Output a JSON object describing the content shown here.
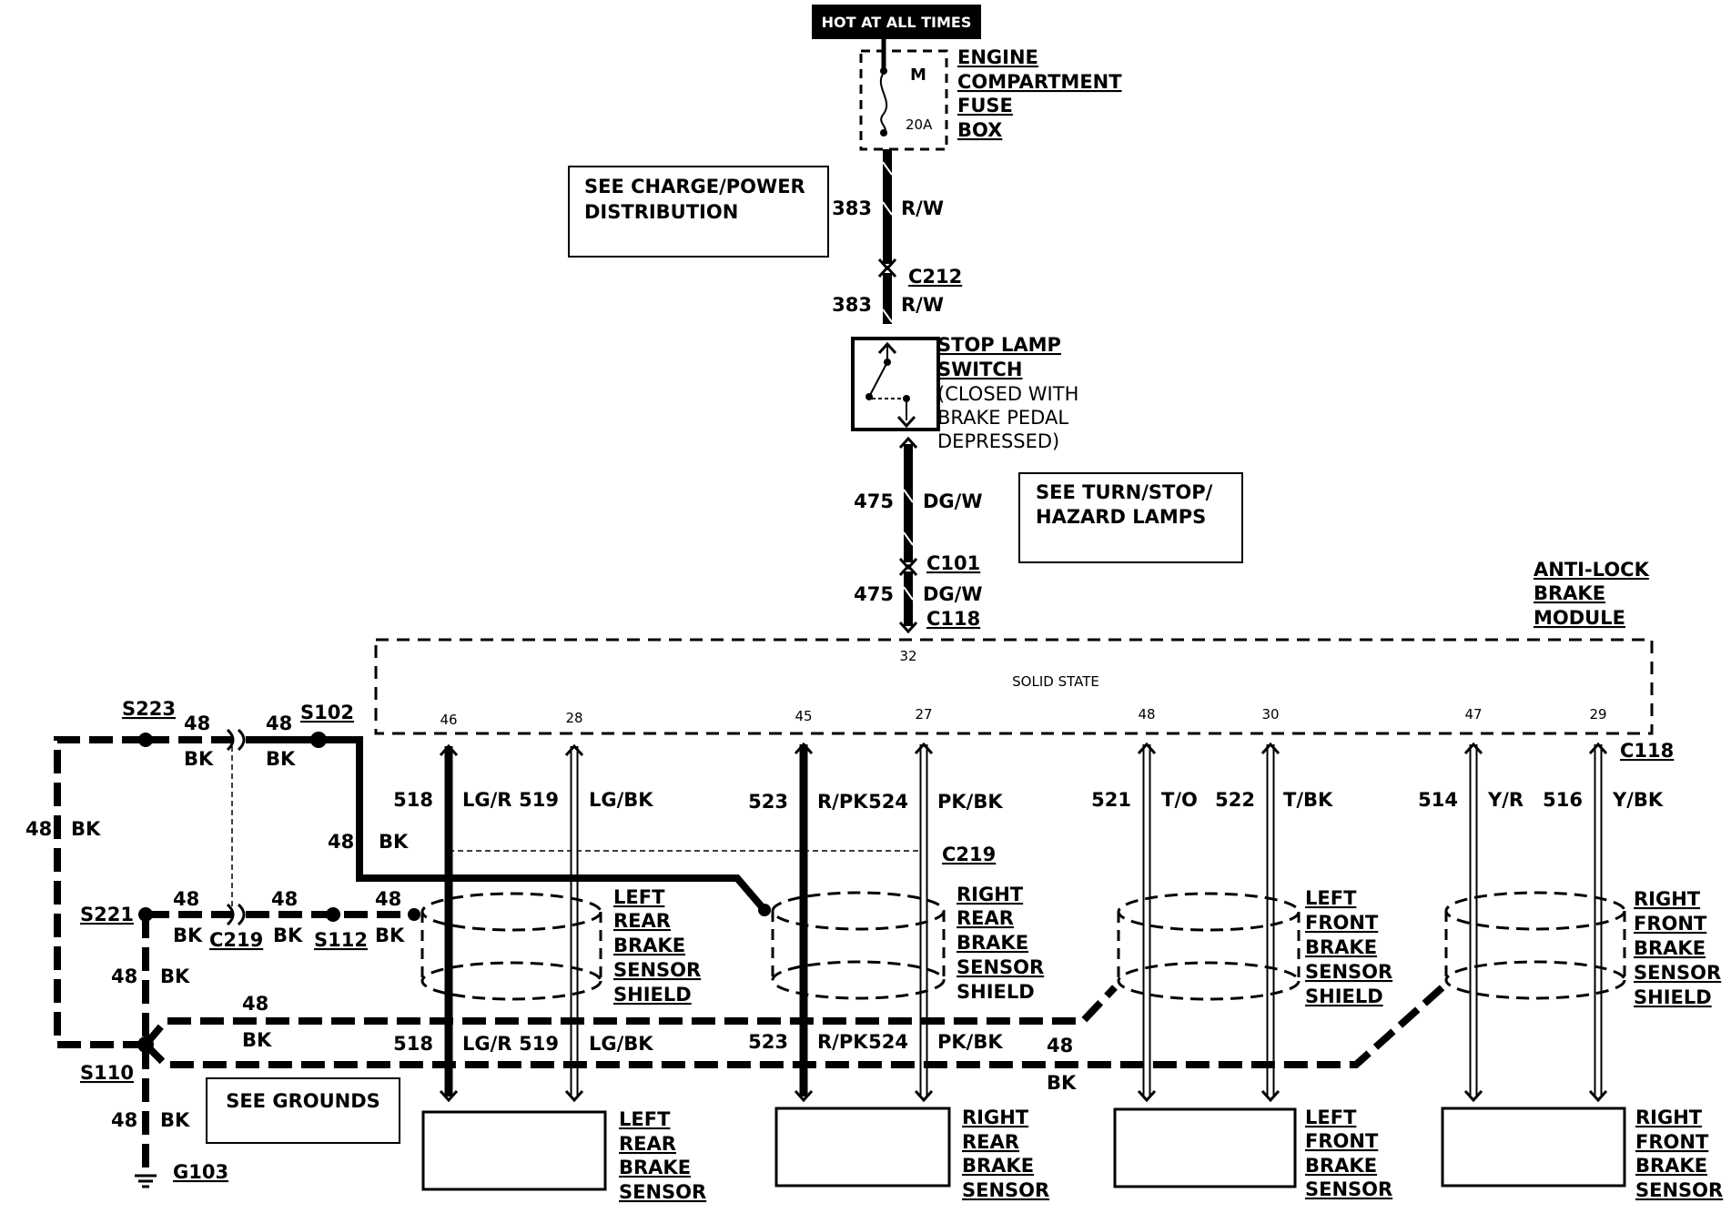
{
  "header": {
    "hot": "HOT AT ALL TIMES"
  },
  "fuse_box": {
    "name": [
      "ENGINE",
      "COMPARTMENT",
      "FUSE",
      "BOX"
    ],
    "fuse_letter": "M",
    "fuse_rating": "20A"
  },
  "notes": {
    "charge": [
      "SEE CHARGE/POWER",
      "DISTRIBUTION"
    ],
    "turn": [
      "SEE TURN/STOP/",
      "HAZARD LAMPS"
    ],
    "grounds": "SEE GROUNDS"
  },
  "feed": {
    "w383": "383",
    "rw": "R/W",
    "c212": "C212",
    "w475": "475",
    "dgw": "DG/W",
    "c101": "C101",
    "c118": "C118"
  },
  "switch": {
    "name": [
      "STOP LAMP",
      "SWITCH"
    ],
    "desc": [
      "(CLOSED WITH",
      "BRAKE PEDAL",
      "DEPRESSED)"
    ]
  },
  "module": {
    "name": [
      "ANTI-LOCK",
      "BRAKE",
      "MODULE"
    ],
    "solid_state": "SOLID STATE",
    "pin_input": "32",
    "connector": "C118"
  },
  "pins": [
    "46",
    "28",
    "45",
    "27",
    "48",
    "30",
    "47",
    "29"
  ],
  "sensors": [
    {
      "name": [
        "LEFT",
        "REAR",
        "BRAKE",
        "SENSOR"
      ],
      "shield": [
        "LEFT",
        "REAR",
        "BRAKE",
        "SENSOR",
        "SHIELD"
      ],
      "w1": "518",
      "c1": "LG/R",
      "w2": "519",
      "c2": "LG/BK"
    },
    {
      "name": [
        "RIGHT",
        "REAR",
        "BRAKE",
        "SENSOR"
      ],
      "shield": [
        "RIGHT",
        "REAR",
        "BRAKE",
        "SENSOR",
        "SHIELD"
      ],
      "w1": "523",
      "c1": "R/PK",
      "w2": "524",
      "c2": "PK/BK"
    },
    {
      "name": [
        "LEFT",
        "FRONT",
        "BRAKE",
        "SENSOR"
      ],
      "shield": [
        "LEFT",
        "FRONT",
        "BRAKE",
        "SENSOR",
        "SHIELD"
      ],
      "w1": "521",
      "c1": "T/O",
      "w2": "522",
      "c2": "T/BK"
    },
    {
      "name": [
        "RIGHT",
        "FRONT",
        "BRAKE",
        "SENSOR"
      ],
      "shield": [
        "RIGHT",
        "FRONT",
        "BRAKE",
        "SENSOR",
        "SHIELD"
      ],
      "w1": "514",
      "c1": "Y/R",
      "w2": "516",
      "c2": "Y/BK"
    }
  ],
  "ground": {
    "w": "48",
    "bk": "BK",
    "splices": {
      "s223": "S223",
      "s102": "S102",
      "s221": "S221",
      "s112": "S112",
      "s110": "S110"
    },
    "c219": "C219",
    "g103": "G103"
  }
}
